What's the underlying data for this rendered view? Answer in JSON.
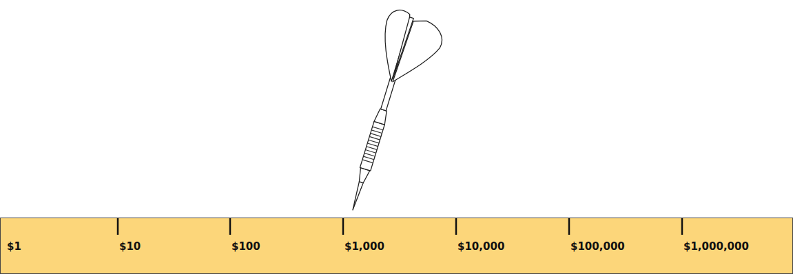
{
  "diagram": {
    "nodes": [
      {
        "text": [
          "$1",
          "$10",
          "$100",
          "$1,000",
          "$10,000",
          "$100,000",
          "$1,000,000"
        ]
      }
    ]
  }
}
